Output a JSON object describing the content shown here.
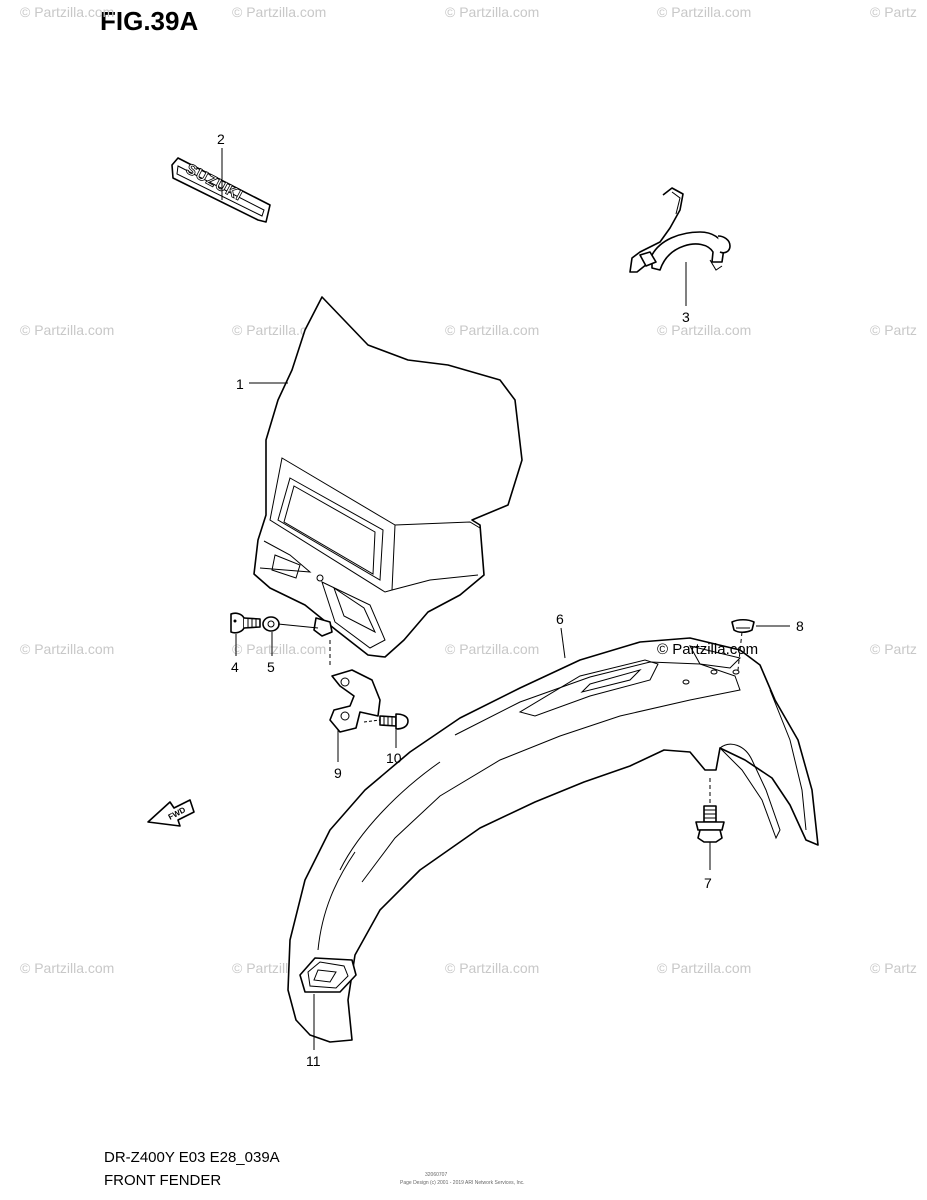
{
  "figure": {
    "title": "FIG.39A",
    "model_code": "DR-Z400Y E03 E28_039A",
    "section_name": "FRONT FENDER"
  },
  "watermark": {
    "text": "© Partzilla.com",
    "edge_text": "© Partz"
  },
  "parts": [
    {
      "number": "1"
    },
    {
      "number": "2",
      "label": "SUZUKI"
    },
    {
      "number": "3"
    },
    {
      "number": "4"
    },
    {
      "number": "5"
    },
    {
      "number": "6"
    },
    {
      "number": "7"
    },
    {
      "number": "8"
    },
    {
      "number": "9"
    },
    {
      "number": "10"
    },
    {
      "number": "11"
    }
  ],
  "arrow": {
    "label": "FWD"
  },
  "fine_print": {
    "line1": "32060707",
    "line2": "Page Design (c) 2001 - 2019 ARI Network Services, Inc."
  }
}
